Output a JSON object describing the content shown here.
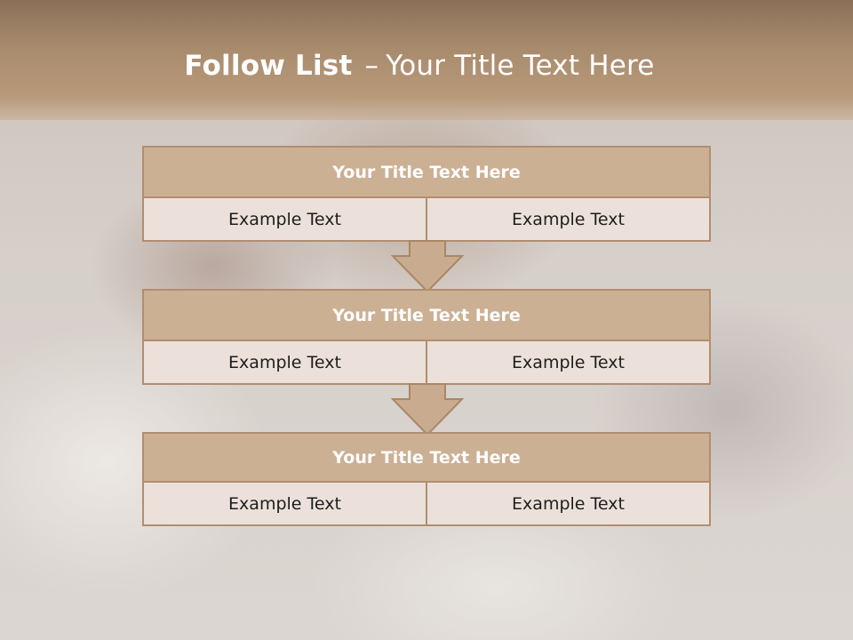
{
  "slide": {
    "title_bold": "Follow List",
    "title_sep": "–",
    "title_rest": "Your Title Text Here"
  },
  "steps": [
    {
      "title": "Your Title Text Here",
      "left": "Example Text",
      "right": "Example Text"
    },
    {
      "title": "Your Title Text Here",
      "left": "Example Text",
      "right": "Example Text"
    },
    {
      "title": "Your Title Text Here",
      "left": "Example Text",
      "right": "Example Text"
    }
  ],
  "colors": {
    "header": "#a88b6d",
    "block_title": "#ccb094",
    "block_cell": "#ece1da",
    "border": "#b08e70"
  }
}
